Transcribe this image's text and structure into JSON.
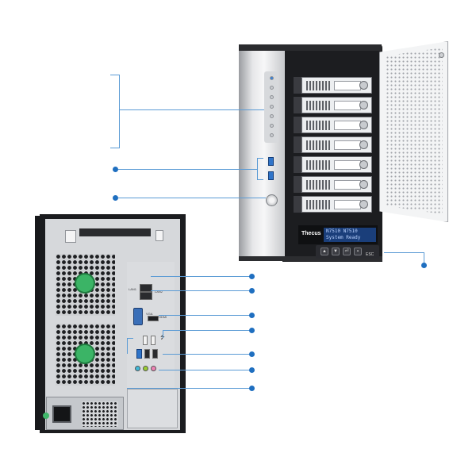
{
  "device": {
    "brand": "Thecus",
    "lcd_line1": "N7510 N7510",
    "lcd_line2": "System Ready",
    "esc_label": "ESC",
    "button_glyphs": [
      "▲",
      "▼",
      "⏎",
      "▪"
    ]
  },
  "rear_labels": {
    "lan1": "LAN1",
    "lan2": "LAN2",
    "vga": "VGA",
    "hdmi": "HDMI"
  },
  "colors": {
    "callout": "#5b9bd5",
    "callout_dot": "#1f6fc0",
    "fan_hub": "#3bb466",
    "usb_blue": "#2f74c9",
    "vga_blue": "#3a6fb8",
    "lcd_blue": "#1a3e7a"
  },
  "icons": [
    "power-button-icon",
    "usb-icon",
    "led-status-icon",
    "fan-icon"
  ]
}
